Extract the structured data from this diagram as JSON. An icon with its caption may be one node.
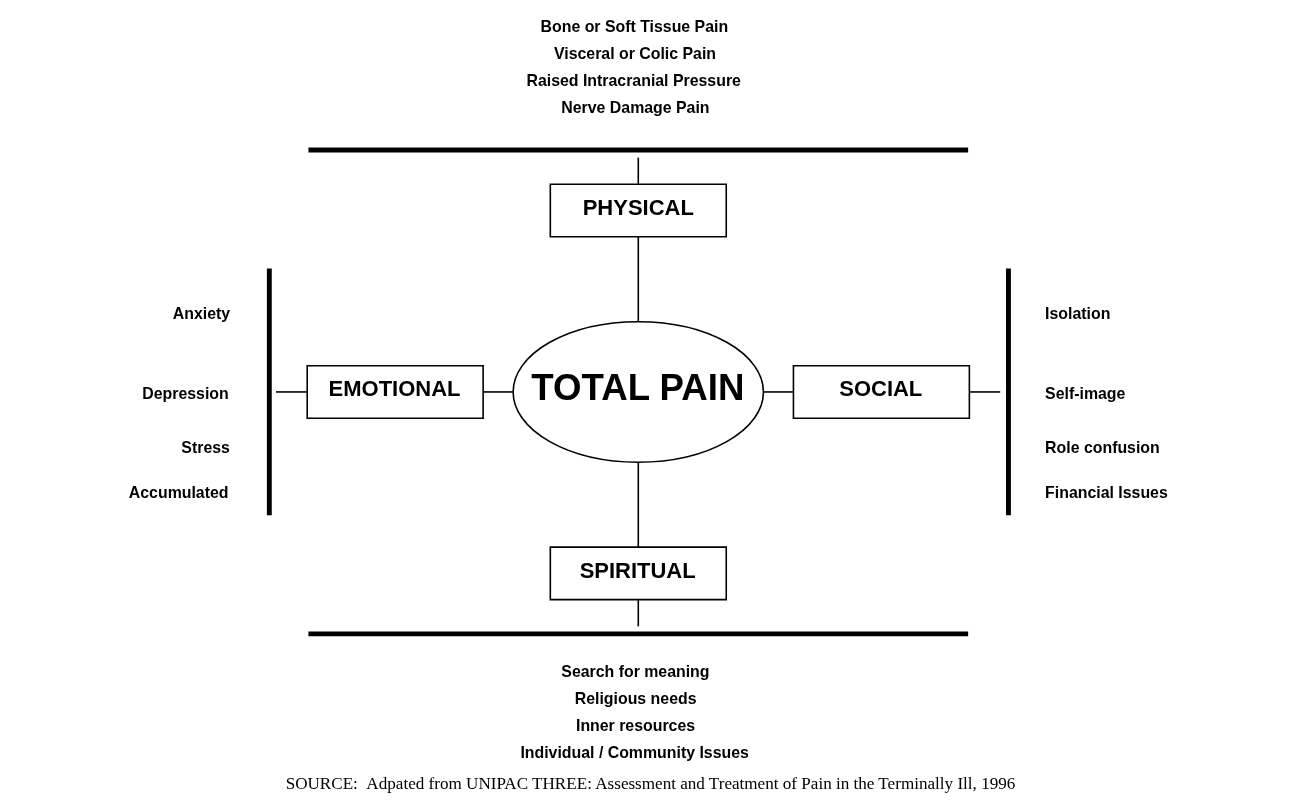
{
  "diagram": {
    "caption": "SOURCE:  Adpated from UNIPAC THREE: Assessment and Treatment of Pain in the Terminally Ill, 1996",
    "nodes": [
      {
        "text": [
          "TOTAL PAIN"
        ]
      },
      {
        "text": [
          "PHYSICAL"
        ]
      },
      {
        "text": [
          "EMOTIONAL"
        ]
      },
      {
        "text": [
          "SOCIAL"
        ]
      },
      {
        "text": [
          "SPIRITUAL"
        ]
      },
      {
        "text": [],
        "shape": "bar",
        "beside": [
          "Bone or Soft Tissue Pain",
          "Visceral or Colic Pain",
          "Raised Intracranial Pressure",
          "Nerve Damage Pain"
        ]
      },
      {
        "text": [],
        "shape": "bar",
        "beside": [
          "Anxiety",
          "Depression",
          "Stress",
          "Accumulated"
        ]
      },
      {
        "text": [],
        "shape": "bar",
        "beside": [
          "Isolation",
          "Self-image",
          "Role confusion",
          "Financial Issues"
        ]
      },
      {
        "text": [],
        "shape": "bar",
        "beside": [
          "Search for meaning",
          "Religious needs",
          "Inner resources",
          "Individual / Community Issues"
        ]
      }
    ],
    "edges": [
      {
        "from": 5,
        "to": 1,
        "arrow": "none"
      },
      {
        "from": 1,
        "to": 0,
        "arrow": "none"
      },
      {
        "from": 6,
        "to": 2,
        "arrow": "none"
      },
      {
        "from": 2,
        "to": 0,
        "arrow": "none"
      },
      {
        "from": 0,
        "to": 3,
        "arrow": "none"
      },
      {
        "from": 3,
        "to": 7,
        "arrow": "none"
      },
      {
        "from": 0,
        "to": 4,
        "arrow": "none"
      },
      {
        "from": 4,
        "to": 8,
        "arrow": "none"
      }
    ]
  }
}
